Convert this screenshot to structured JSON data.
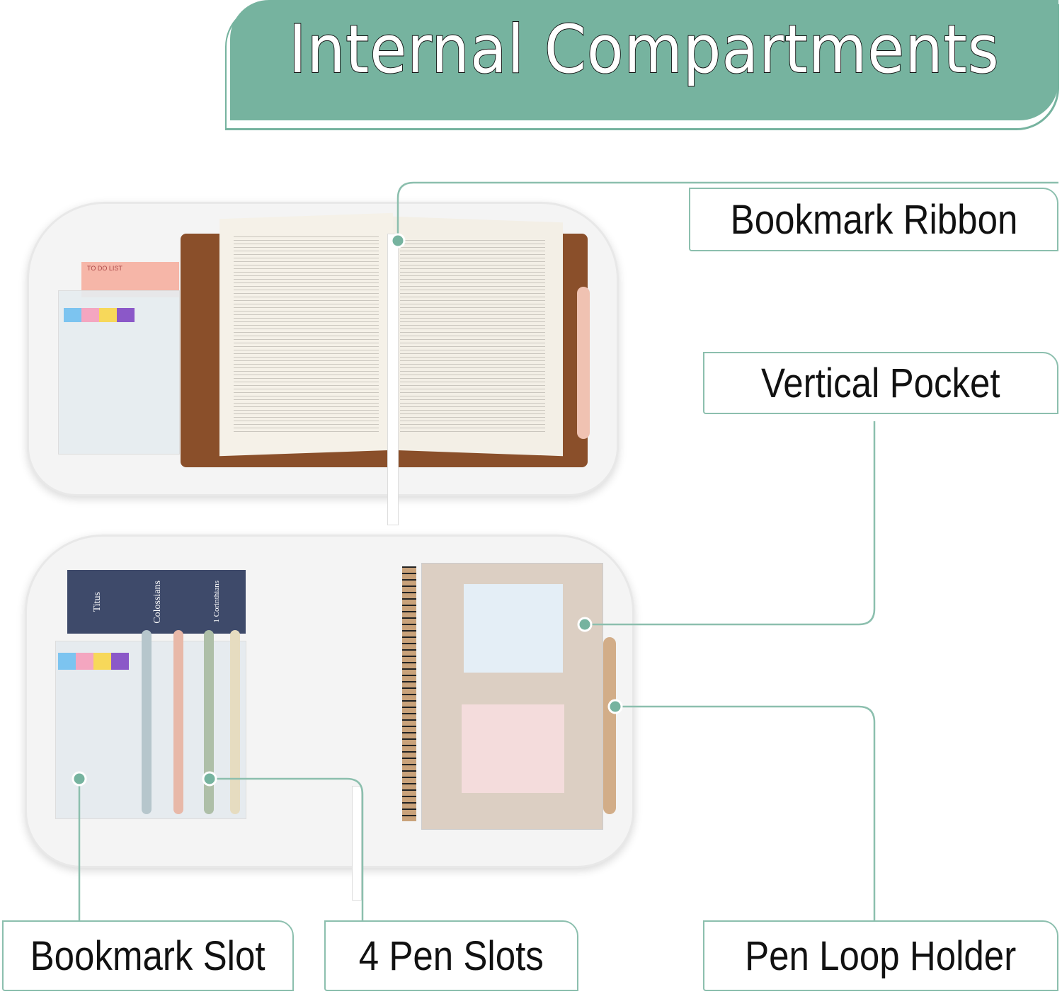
{
  "header": {
    "title": "Internal Compartments"
  },
  "callouts": {
    "bookmark_ribbon": "Bookmark Ribbon",
    "vertical_pocket": "Vertical Pocket",
    "bookmark_slot": "Bookmark Slot",
    "pen_slots": "4 Pen Slots",
    "pen_loop_holder": "Pen Loop Holder"
  },
  "photo": {
    "todo_note": "TO DO LIST",
    "bookmarks": [
      "Titus",
      "Colossians",
      "1 Corinthians"
    ]
  },
  "colors": {
    "accent": "#76b39f",
    "line": "#8cbfae"
  }
}
